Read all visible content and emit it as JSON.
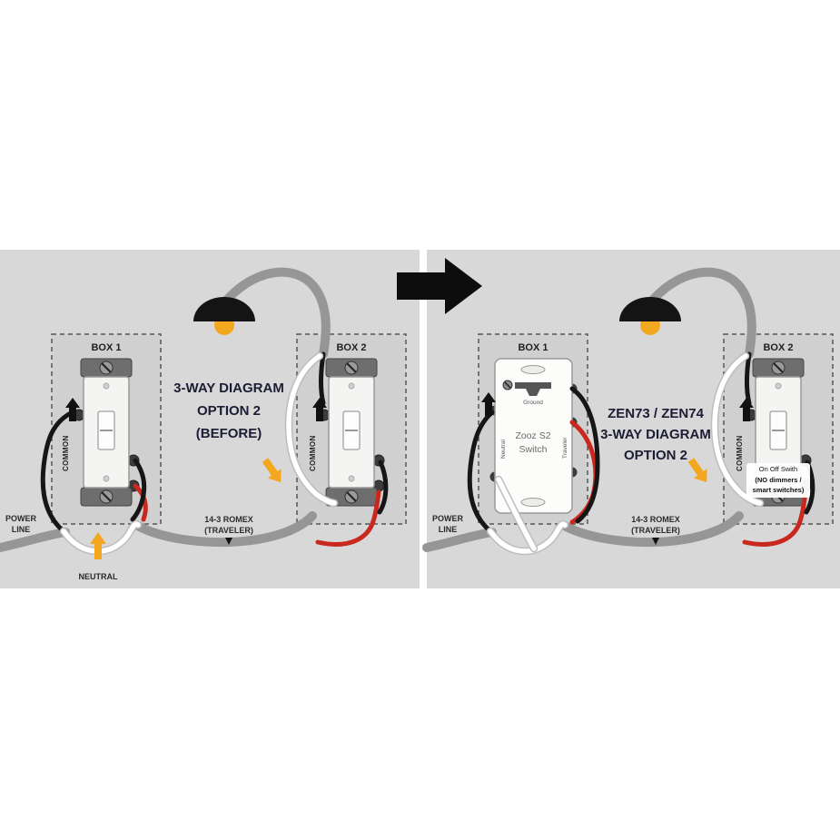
{
  "colors": {
    "band": "#d8d8d8",
    "box_fill": "#d0d0d0",
    "accent_orange": "#f3a71f",
    "wire_red": "#c8281e",
    "wire_black": "#161616",
    "wire_white": "#ffffff",
    "wire_gray": "#969696",
    "title_text": "#1c1c34"
  },
  "before": {
    "box1_label": "BOX 1",
    "box2_label": "BOX 2",
    "title_1": "3-WAY DIAGRAM",
    "title_2": "OPTION 2",
    "title_3": "(BEFORE)",
    "power_1": "POWER",
    "power_2": "LINE",
    "romex_1": "14-3 ROMEX",
    "romex_2": "(TRAVELER)",
    "neutral": "NEUTRAL",
    "common_sw1": "COMMON",
    "common_sw2": "COMMON"
  },
  "after": {
    "box1_label": "BOX 1",
    "box2_label": "BOX 2",
    "title_1": "ZEN73 / ZEN74",
    "title_2": "3-WAY DIAGRAM",
    "title_3": "OPTION 2",
    "power_1": "POWER",
    "power_2": "LINE",
    "romex_1": "14-3 ROMEX",
    "romex_2": "(TRAVELER)",
    "common_sw2": "COMMON",
    "zooz_1": "Zooz S2",
    "zooz_2": "Switch",
    "zooz_ground": "Ground",
    "zooz_neutral": "Neutral",
    "zooz_traveler": "Traveler",
    "note_1": "On Off Swith",
    "note_2": "(NO dimmers /",
    "note_3": "smart switches)"
  }
}
